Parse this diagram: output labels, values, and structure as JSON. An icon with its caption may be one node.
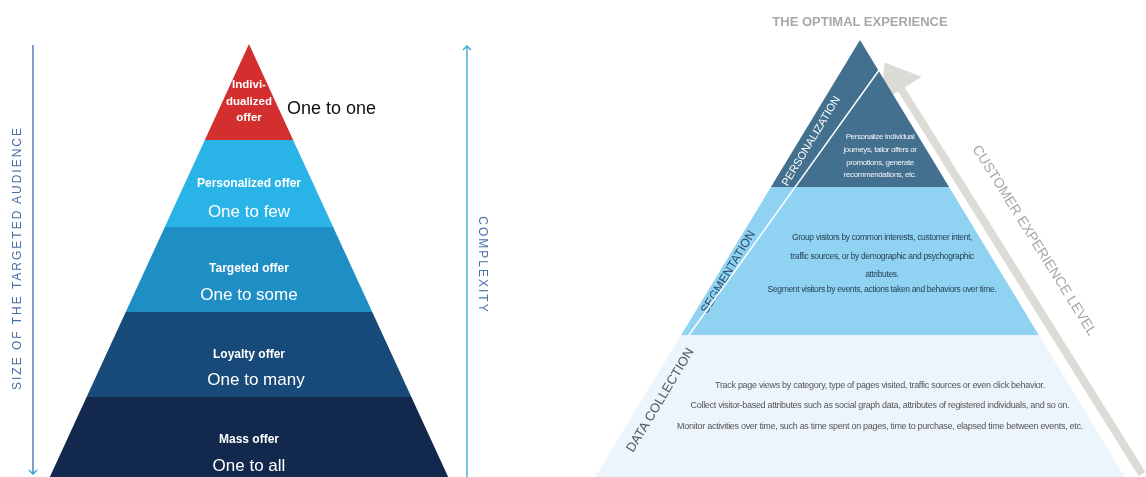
{
  "diagram": {
    "nodes": [
      {
        "text": [
          "Indivi- dualized offer"
        ],
        "beside": [
          "One to one"
        ]
      },
      {
        "text": [
          "Personalized offer",
          "One to few"
        ]
      },
      {
        "text": [
          "Targeted offer",
          "One to some"
        ]
      },
      {
        "text": [
          "Loyalty offer",
          "One to many"
        ]
      },
      {
        "text": [
          "Mass offer",
          "One to all"
        ]
      },
      {
        "text": [
          "PERSONALIZATION",
          "Personalize individual journeys, tailor offers or promotions, generate recommendations, etc."
        ]
      },
      {
        "text": [
          "SEGMENTATION",
          "Group visitors by common interests, customer intent, traffic sources, or by demographic and psychographic attributes.",
          "Segment visitors by events, actions taken and behaviors over time."
        ]
      },
      {
        "text": [
          "DATA COLLECTION",
          "Track page views by category, type of pages visited, traffic sources or even click behavior.",
          "Collect visitor-based attributes such as social graph data, attributes of registered individuals, and so on.",
          "Monitor activities over time, such as time spent on pages, time to purchase, elapsed time between events, etc."
        ]
      }
    ],
    "labels": [
      "SIZE OF THE TARGETED AUDIENCE",
      "COMPLEXITY",
      "THE OPTIMAL EXPERIENCE",
      "CUSTOMER EXPERIENCE LEVEL"
    ]
  }
}
